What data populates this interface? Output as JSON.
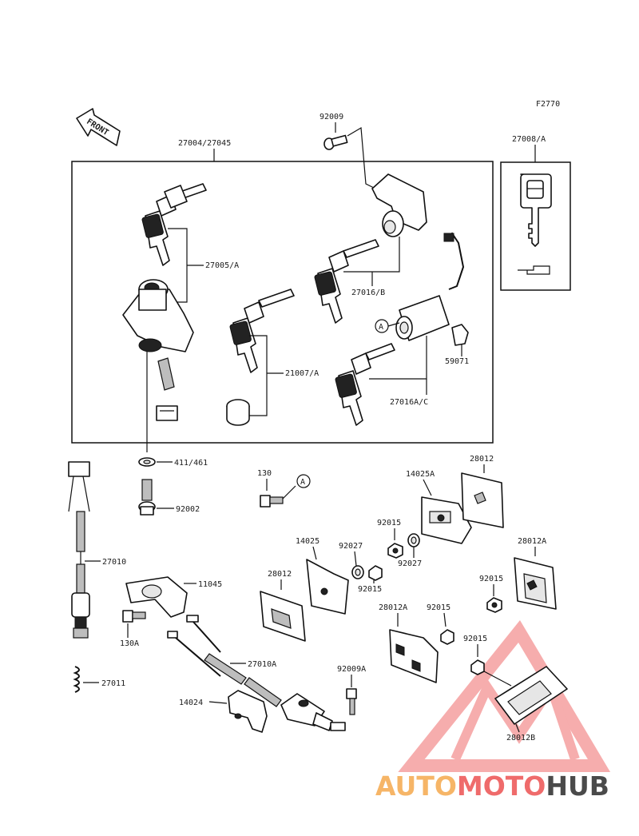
{
  "diagram": {
    "code": "F2770",
    "front_label": "FRONT",
    "callouts": {
      "set_27004": "27004/27045",
      "p92009": "92009",
      "p27008": "27008/A",
      "p27005": "27005/A",
      "p27016b": "27016/B",
      "p21007": "21007/A",
      "p59071": "59071",
      "p27016ac": "27016A/C",
      "marker_a1": "A",
      "marker_a2": "A",
      "p411": "411/461",
      "p92002": "92002",
      "p130": "130",
      "p14025a": "14025A",
      "p28012_top": "28012",
      "p92015_a": "92015",
      "p92027_a": "92027",
      "p14025": "14025",
      "p92027_b": "92027",
      "p28012_left": "28012",
      "p92015_b": "92015",
      "p28012a_right": "28012A",
      "p92015_c": "92015",
      "p27010": "27010",
      "p11045": "11045",
      "p130a": "130A",
      "p28012a_mid": "28012A",
      "p92015_d": "92015",
      "p92015_e": "92015",
      "p27010a": "27010A",
      "p92009a": "92009A",
      "p27011": "27011",
      "p14024": "14024",
      "p28012b": "28012B"
    }
  },
  "watermark": {
    "part1": "AUTO",
    "part2": "MOTO",
    "part3": "HUB",
    "colors": {
      "auto": "#f6b567",
      "moto": "#ef6b6b",
      "hub": "#4a4a4a",
      "logo": "#ef6b6b"
    }
  }
}
